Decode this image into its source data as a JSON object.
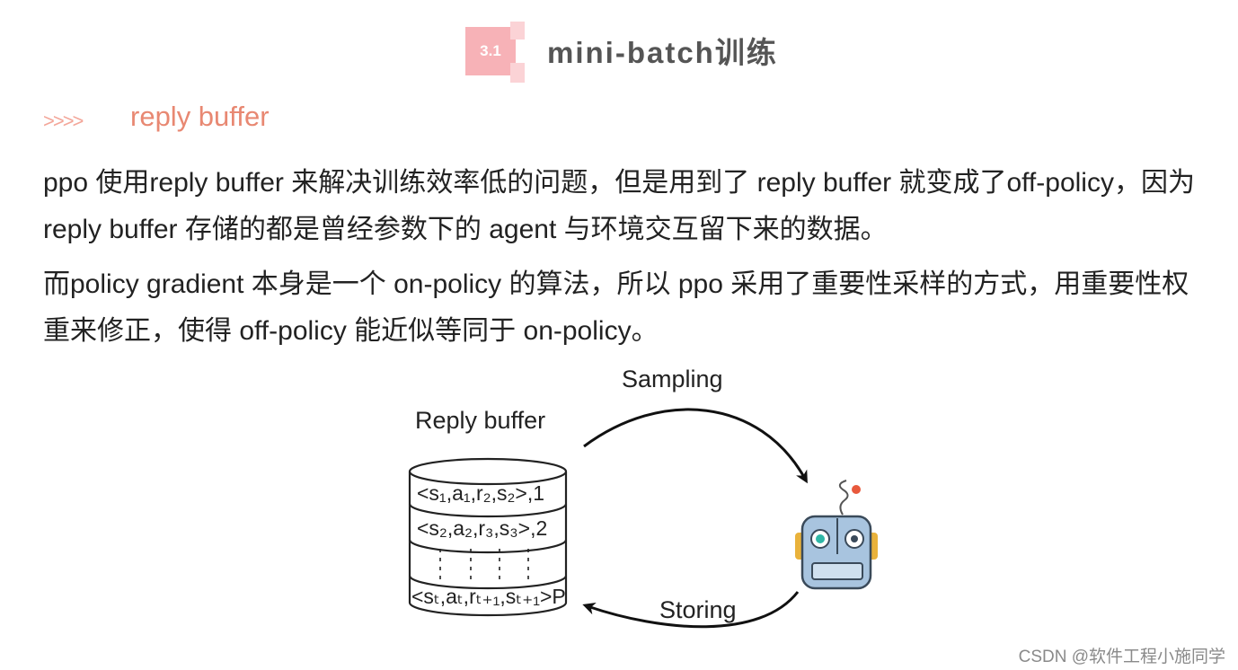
{
  "section": {
    "number": "3.1",
    "title": "mini-batch训练"
  },
  "subsection": {
    "arrows": ">>>>",
    "title": "reply buffer"
  },
  "paragraphs": [
    "ppo 使用reply buffer 来解决训练效率低的问题，但是用到了 reply buffer 就变成了off-policy，因为 reply buffer 存储的都是曾经参数下的 agent 与环境交互留下来的数据。",
    "而policy gradient 本身是一个 on-policy 的算法，所以 ppo 采用了重要性采样的方式，用重要性权重来修正，使得 off-policy 能近似等同于 on-policy。"
  ],
  "figure": {
    "buffer_label": "Reply buffer",
    "sampling_label": "Sampling",
    "storing_label": "Storing",
    "rows": [
      {
        "text": "<s₁,a₁,r₂,s₂>,1"
      },
      {
        "text": "<s₂,a₂,r₃,s₃>,2"
      },
      {
        "text": "<sₜ,aₜ,rₜ₊₁,sₜ₊₁>P"
      }
    ],
    "icons": [
      "database-cylinder-icon",
      "robot-agent-icon",
      "curved-arrow-icon"
    ]
  },
  "watermark": "CSDN @软件工程小施同学",
  "colors": {
    "accent": "#e88872",
    "badge": "#f7b2b7",
    "text": "#222222",
    "robot": "#a8c4df"
  }
}
